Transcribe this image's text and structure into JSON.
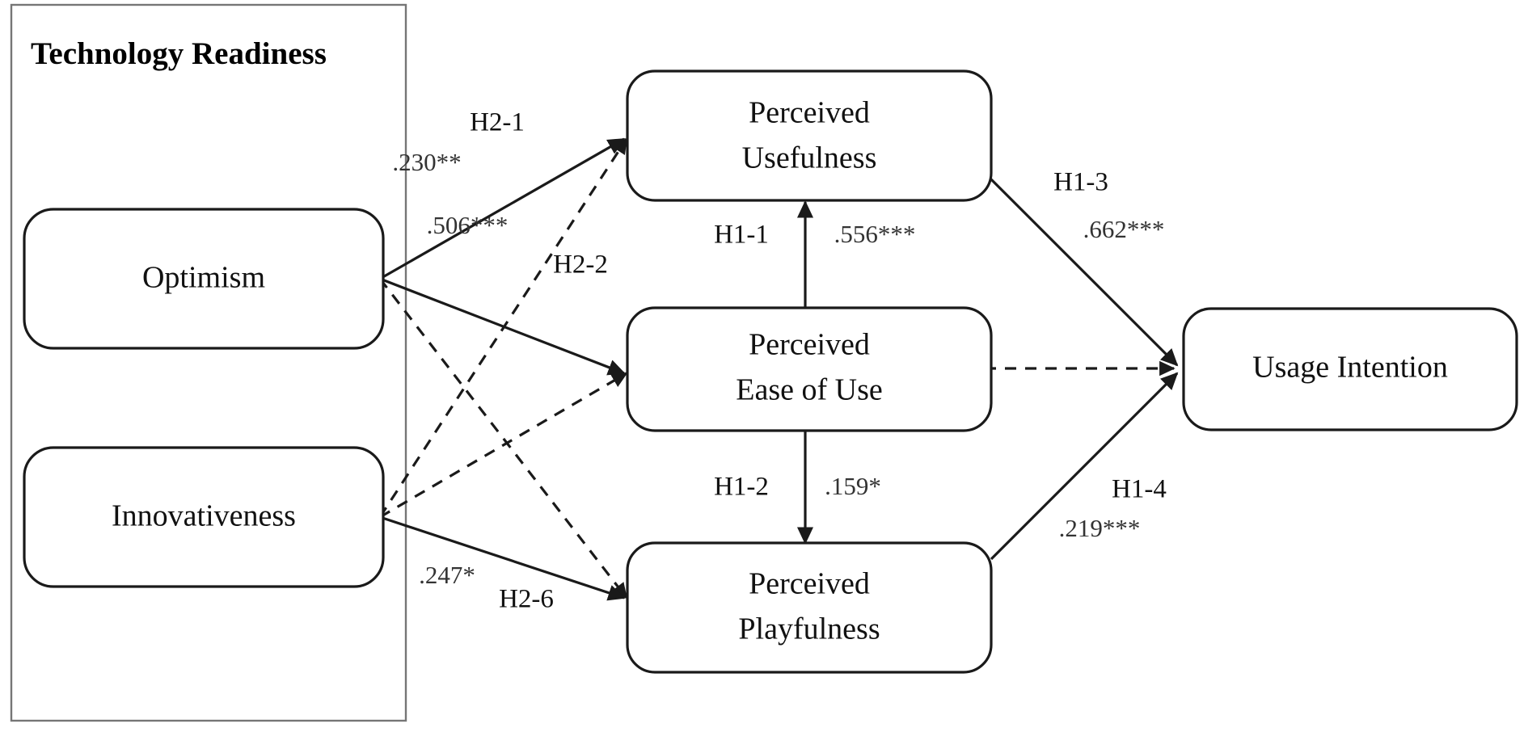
{
  "figure": {
    "type": "path-diagram",
    "title": "Technology Readiness"
  },
  "groups": [
    {
      "id": "technology-readiness",
      "label": "Technology Readiness"
    }
  ],
  "constructs": [
    {
      "id": "optimism",
      "label": "Optimism",
      "line1": "Optimism",
      "line2": ""
    },
    {
      "id": "innovativeness",
      "label": "Innovativeness",
      "line1": "Innovativeness",
      "line2": ""
    },
    {
      "id": "perceived-usefulness",
      "label": "Perceived Usefulness",
      "line1": "Perceived",
      "line2": "Usefulness"
    },
    {
      "id": "perceived-ease-of-use",
      "label": "Perceived Ease of Use",
      "line1": "Perceived",
      "line2": "Ease of Use"
    },
    {
      "id": "perceived-playfulness",
      "label": "Perceived Playfulness",
      "line1": "Perceived",
      "line2": "Playfulness"
    },
    {
      "id": "usage-intention",
      "label": "Usage Intention",
      "line1": "Usage Intention",
      "line2": ""
    }
  ],
  "paths": [
    {
      "id": "h2-1",
      "from": "optimism",
      "to": "perceived-usefulness",
      "hypothesis": "H2-1",
      "coefficient": ".230**",
      "style": "solid",
      "significance": "**"
    },
    {
      "id": "h2-2",
      "from": "optimism",
      "to": "perceived-ease-of-use",
      "hypothesis": "H2-2",
      "coefficient": ".506***",
      "style": "solid",
      "significance": "***"
    },
    {
      "id": "h2-6",
      "from": "innovativeness",
      "to": "perceived-playfulness",
      "hypothesis": "H2-6",
      "coefficient": ".247*",
      "style": "solid",
      "significance": "*"
    },
    {
      "id": "h1-1",
      "from": "perceived-ease-of-use",
      "to": "perceived-usefulness",
      "hypothesis": "H1-1",
      "coefficient": ".556***",
      "style": "solid",
      "significance": "***"
    },
    {
      "id": "h1-2",
      "from": "perceived-ease-of-use",
      "to": "perceived-playfulness",
      "hypothesis": "H1-2",
      "coefficient": ".159*",
      "style": "solid",
      "significance": "*"
    },
    {
      "id": "h1-3",
      "from": "perceived-usefulness",
      "to": "usage-intention",
      "hypothesis": "H1-3",
      "coefficient": ".662***",
      "style": "solid",
      "significance": "***"
    },
    {
      "id": "h1-4",
      "from": "perceived-playfulness",
      "to": "usage-intention",
      "hypothesis": "H1-4",
      "coefficient": ".219***",
      "style": "solid",
      "significance": "***"
    },
    {
      "id": "ns-optimism-playfulness",
      "from": "optimism",
      "to": "perceived-playfulness",
      "hypothesis": "",
      "coefficient": "",
      "style": "dashed",
      "significance": "n.s."
    },
    {
      "id": "ns-innovativeness-usefulness",
      "from": "innovativeness",
      "to": "perceived-usefulness",
      "hypothesis": "",
      "coefficient": "",
      "style": "dashed",
      "significance": "n.s."
    },
    {
      "id": "ns-innovativeness-easeofuse",
      "from": "innovativeness",
      "to": "perceived-ease-of-use",
      "hypothesis": "",
      "coefficient": "",
      "style": "dashed",
      "significance": "n.s."
    },
    {
      "id": "ns-easeofuse-usageintention",
      "from": "perceived-ease-of-use",
      "to": "usage-intention",
      "hypothesis": "",
      "coefficient": "",
      "style": "dashed",
      "significance": "n.s."
    }
  ],
  "colors": {
    "line": "#1a1a1a",
    "frame": "#767676",
    "text": "#111111",
    "coefficient_text": "#333333",
    "background": "#ffffff"
  }
}
